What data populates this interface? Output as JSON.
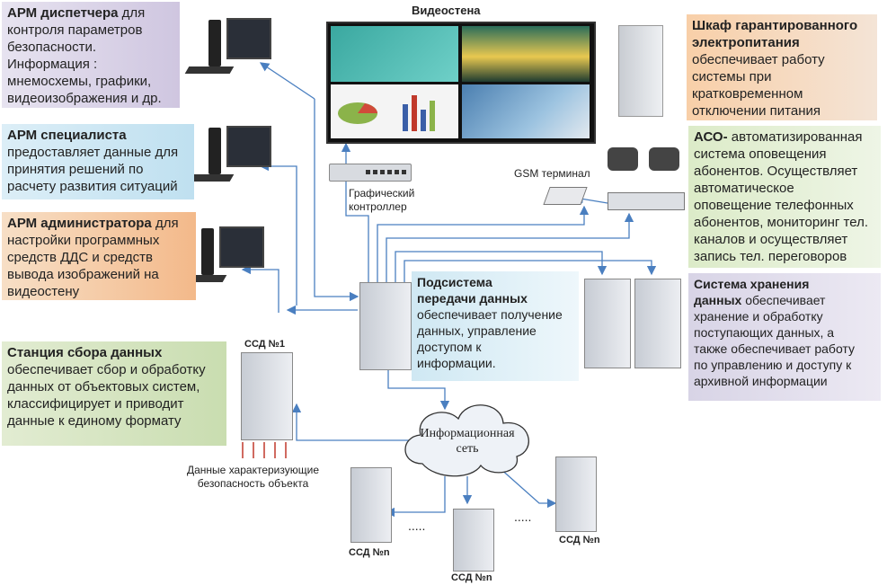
{
  "arm_dispatcher": {
    "title": "АРМ диспетчера",
    "lines": [
      " для",
      "контроля параметров",
      "безопасности.",
      "Информация :",
      "мнемосхемы, графики,",
      "видеоизображения и др."
    ]
  },
  "arm_specialist": {
    "title": "АРМ специалиста",
    "lines": [
      "предоставляет данные  для",
      "принятия решений по",
      "расчету развития ситуаций"
    ]
  },
  "arm_admin": {
    "title": "АРМ администратора",
    "lines": [
      " для",
      "настройки программных",
      "средств ДДС и средств",
      "вывода изображений на",
      "видеостену"
    ]
  },
  "station": {
    "title": "Станция сбора данных",
    "lines": [
      "обеспечивает сбор и обработку",
      "данных от  объектовых систем,",
      "классифицирует и приводит",
      "данные к единому формату"
    ]
  },
  "ups": {
    "title_lines": [
      "Шкаф гарантированного",
      "электропитания"
    ],
    "lines": [
      "обеспечивает работу",
      "системы при",
      "кратковременном",
      "отключении питания"
    ]
  },
  "aso": {
    "title": "АСО-",
    "lines": [
      " автоматизированная",
      "система оповещения",
      "абонентов. Осуществляет",
      "автоматическое",
      "оповещение телефонных",
      "абонентов, мониторинг тел.",
      "каналов  и осуществляет",
      "запись тел. переговоров"
    ]
  },
  "storage": {
    "title_lines": [
      "Система хранения",
      "данных"
    ],
    "lines": [
      " обеспечивает",
      "хранение и обработку",
      "поступающих данных, а",
      "также обеспечивает работу",
      "по управлению и доступу к",
      "архивной информации"
    ]
  },
  "transfer": {
    "title_lines": [
      "Подсистема",
      "передачи данных"
    ],
    "lines": [
      "обеспечивает получение",
      "данных, управление",
      "доступом к",
      "информации."
    ]
  },
  "labels": {
    "videowall": "Видеостена",
    "graphic_controller": [
      "Графический",
      "контроллер"
    ],
    "gsm": "GSM терминал",
    "ssd1": "ССД №1",
    "ssdn_left": "ССД №n",
    "ssdn_mid": "ССД №n",
    "ssdn_right": "ССД №n",
    "cloud": [
      "Информационная",
      "сеть"
    ],
    "data_desc": [
      "Данные характеризующие",
      "безопасность объекта"
    ],
    "dots_left": ".....",
    "dots_right": "....."
  },
  "colors": {
    "arrow": "#4a7fc0",
    "server": "#d9dce3",
    "screen": "#2a2f38"
  }
}
